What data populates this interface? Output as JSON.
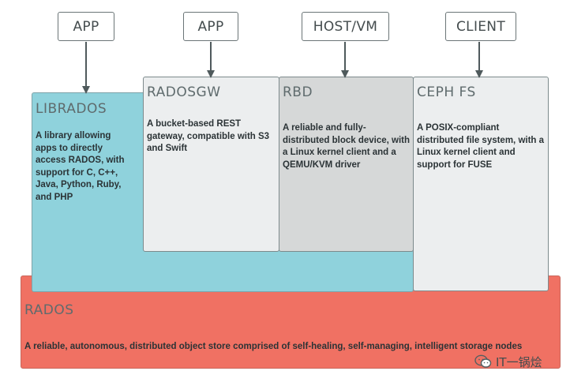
{
  "top_labels": {
    "app1": "APP",
    "app2": "APP",
    "host_vm": "HOST/VM",
    "client": "CLIENT"
  },
  "librados": {
    "title": "LIBRADOS",
    "description": "A library allowing apps to directly access RADOS, with support for C, C++, Java, Python, Ruby, and PHP"
  },
  "radosgw": {
    "title": "RADOSGW",
    "description": "A bucket-based REST gateway, compatible with S3 and Swift"
  },
  "rbd": {
    "title": "RBD",
    "description": "A reliable and fully-distributed block device, with a Linux kernel client and a QEMU/KVM driver"
  },
  "cephfs": {
    "title": "CEPH FS",
    "description": "A POSIX-compliant distributed file system, with a Linux kernel client and support for FUSE"
  },
  "rados": {
    "title": "RADOS",
    "description": "A reliable, autonomous, distributed object store comprised of self-healing, self-managing, intelligent storage nodes"
  },
  "watermark": {
    "text": "IT一锅烩"
  },
  "colors": {
    "rados": "#f07163",
    "librados": "#8fd2dc",
    "radosgw": "#eceeef",
    "rbd": "#d6d8d8",
    "cephfs": "#eceeef"
  }
}
